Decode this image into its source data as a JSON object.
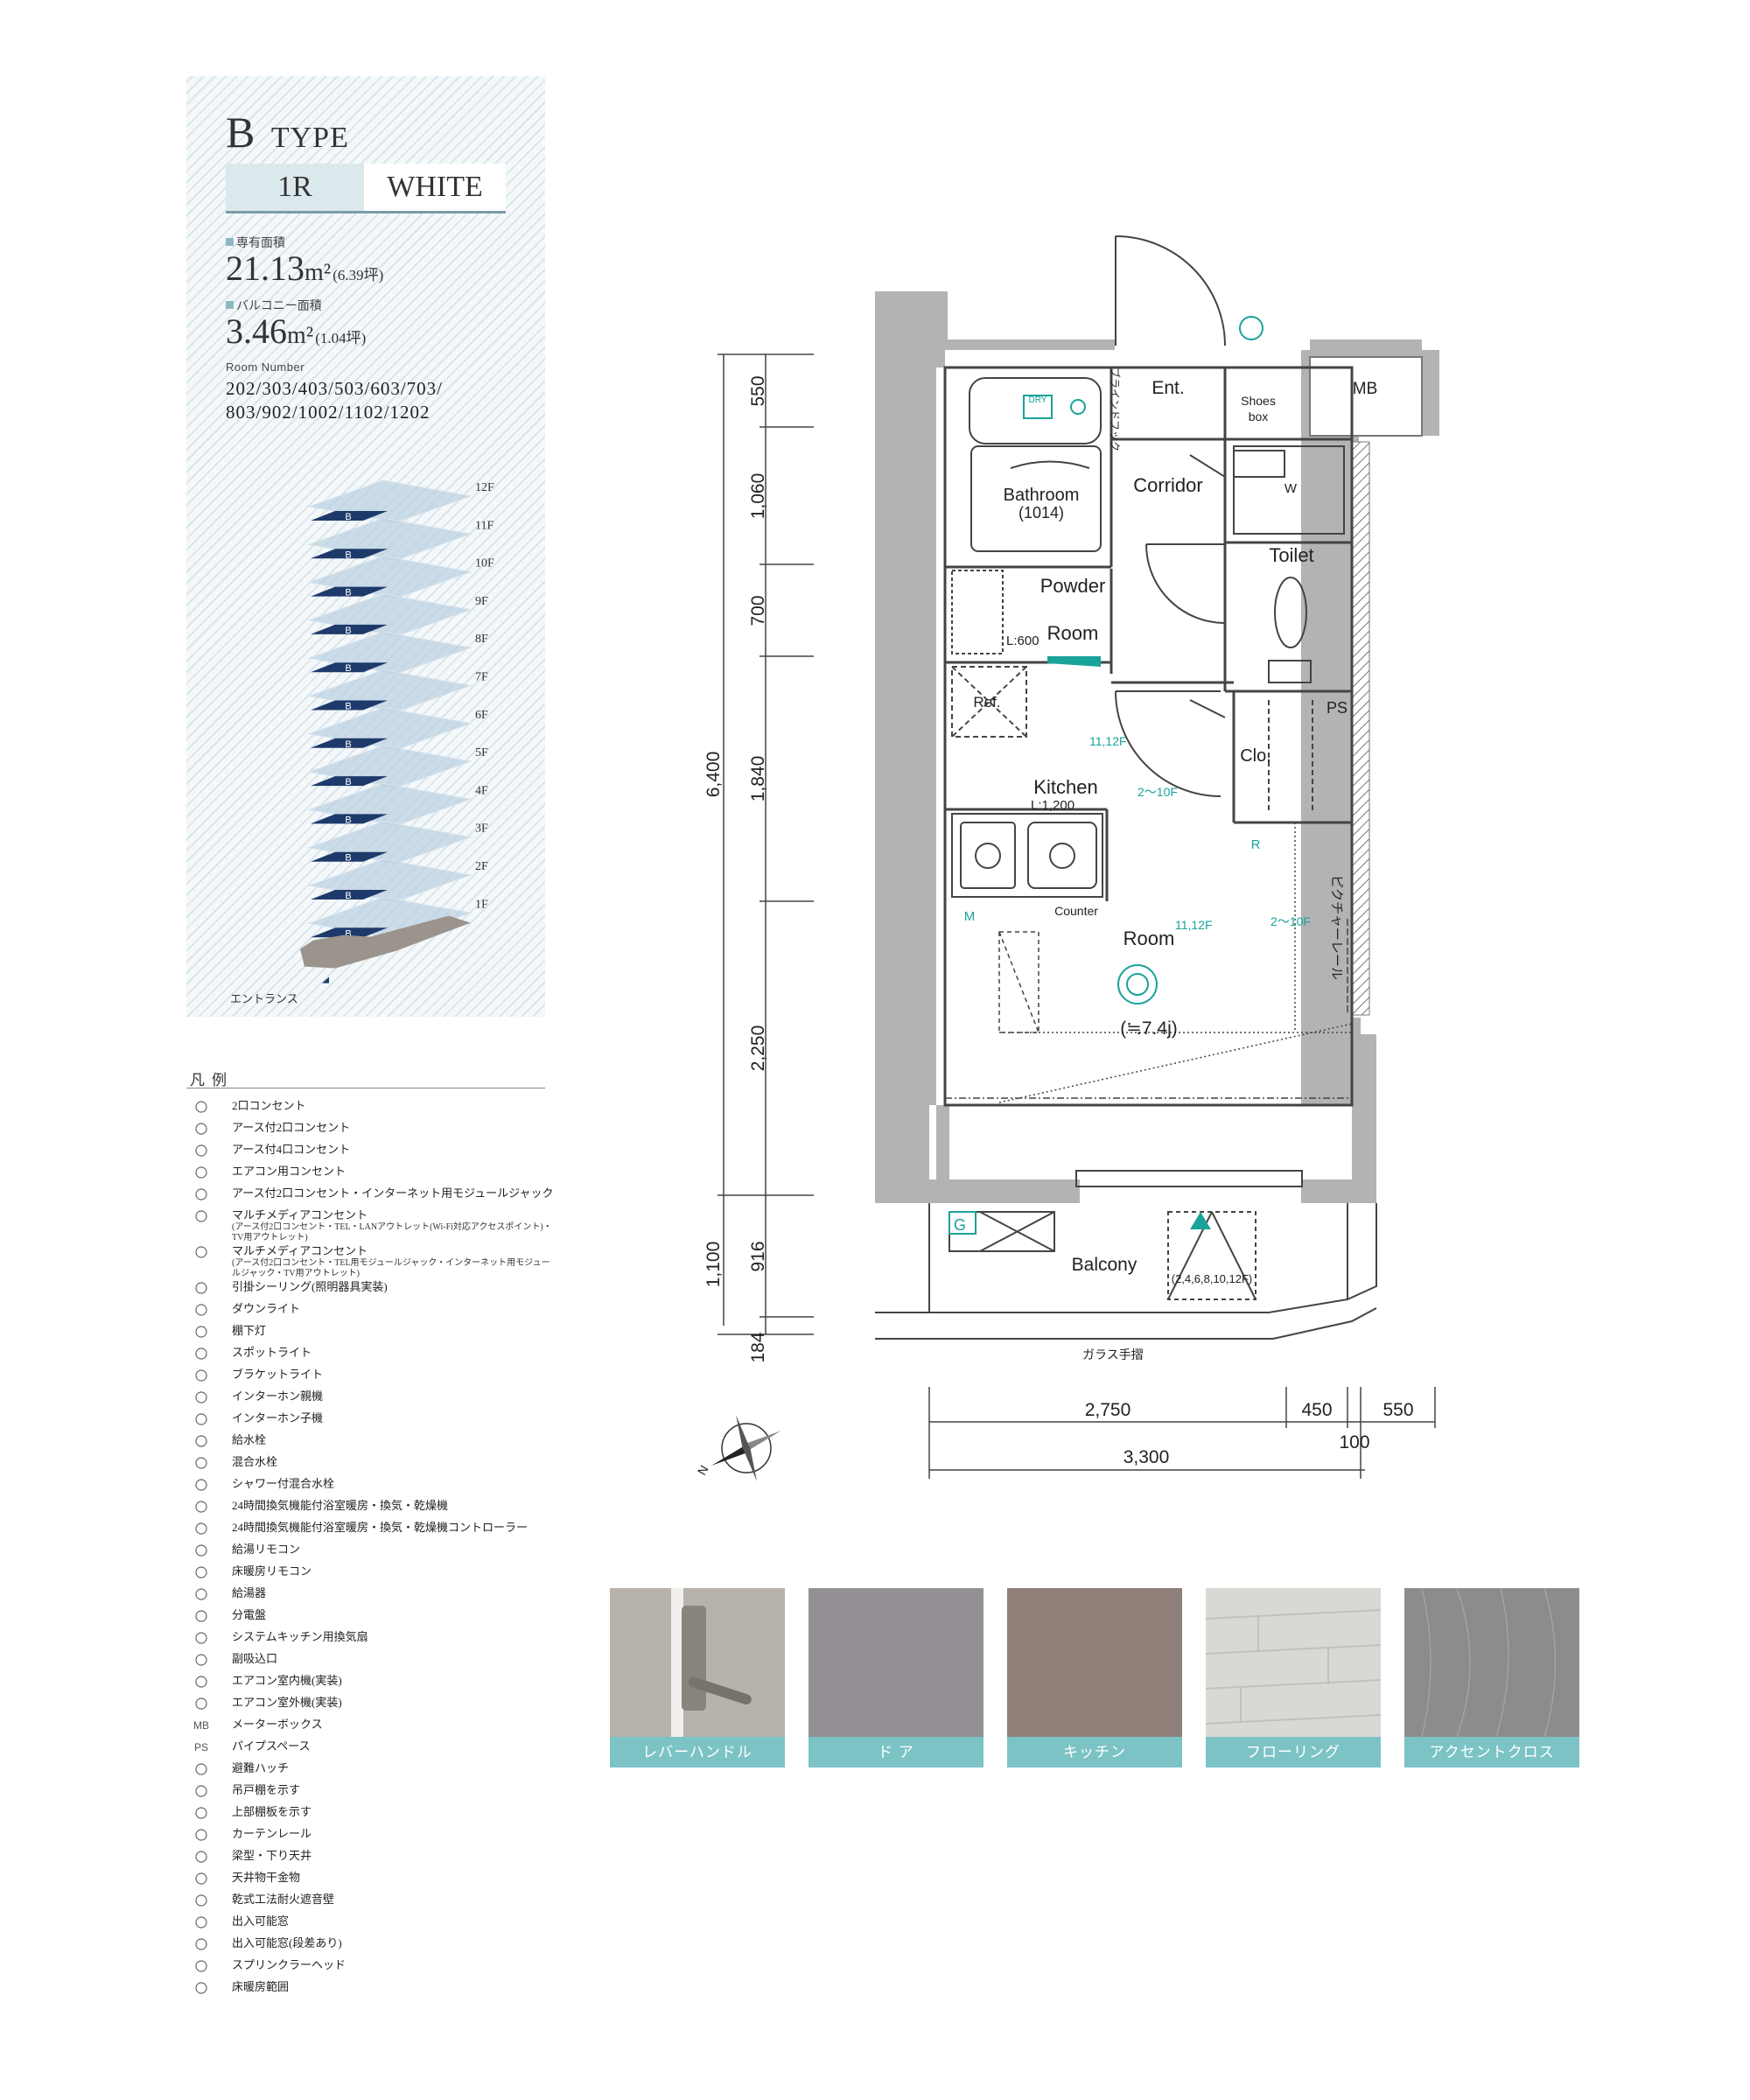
{
  "header": {
    "type_letter": "B",
    "type_word": "TYPE",
    "layout": "1R",
    "color_scheme": "WHITE"
  },
  "area": {
    "exclusive_label": "専有面積",
    "exclusive_value": "21.13",
    "exclusive_unit": "m²",
    "exclusive_tsubo": "(6.39坪)",
    "balcony_label": "バルコニー面積",
    "balcony_value": "3.46",
    "balcony_unit": "m²",
    "balcony_tsubo": "(1.04坪)"
  },
  "rooms": {
    "label": "Room Number",
    "line1": "202/303/403/503/603/703/",
    "line2": "803/902/1002/1102/1202"
  },
  "building": {
    "floors": [
      "12F",
      "11F",
      "10F",
      "9F",
      "8F",
      "7F",
      "6F",
      "5F",
      "4F",
      "3F",
      "2F",
      "1F"
    ],
    "unit_marker": "B",
    "entrance": "エントランス"
  },
  "legend": {
    "title": "凡例",
    "items": [
      {
        "icon": "outlet-2-icon",
        "text": "2口コンセント"
      },
      {
        "icon": "outlet-earth-2-icon",
        "text": "アース付2口コンセント"
      },
      {
        "icon": "outlet-earth-4-icon",
        "text": "アース付4口コンセント"
      },
      {
        "icon": "aircon-outlet-icon",
        "text": "エアコン用コンセント"
      },
      {
        "icon": "outlet-internet-icon",
        "text": "アース付2口コンセント・インターネット用モジュールジャック"
      },
      {
        "icon": "multimedia-outlet-m-icon",
        "text": "マルチメディアコンセント",
        "sub": "(アース付2口コンセント・TEL・LANアウトレット(Wi-Fi対応アクセスポイント)・TV用アウトレット)"
      },
      {
        "icon": "multimedia-outlet-icon",
        "text": "マルチメディアコンセント",
        "sub": "(アース付2口コンセント・TEL用モジュールジャック・インターネット用モジュールジャック・TV用アウトレット)"
      },
      {
        "icon": "ceiling-rosette-icon",
        "text": "引掛シーリング(照明器具実装)"
      },
      {
        "icon": "downlight-icon",
        "text": "ダウンライト"
      },
      {
        "icon": "under-shelf-light-icon",
        "text": "棚下灯"
      },
      {
        "icon": "spotlight-icon",
        "text": "スポットライト"
      },
      {
        "icon": "bracket-light-icon",
        "text": "ブラケットライト"
      },
      {
        "icon": "intercom-main-icon",
        "text": "インターホン親機"
      },
      {
        "icon": "intercom-sub-icon",
        "text": "インターホン子機"
      },
      {
        "icon": "water-tap-icon",
        "text": "給水栓"
      },
      {
        "icon": "mixing-tap-icon",
        "text": "混合水栓"
      },
      {
        "icon": "shower-tap-icon",
        "text": "シャワー付混合水栓"
      },
      {
        "icon": "bath-dryer-icon",
        "text": "24時間換気機能付浴室暖房・換気・乾燥機"
      },
      {
        "icon": "bath-dryer-controller-icon",
        "text": "24時間換気機能付浴室暖房・換気・乾燥機コントローラー"
      },
      {
        "icon": "water-heater-remote-icon",
        "text": "給湯リモコン"
      },
      {
        "icon": "floor-heating-remote-icon",
        "text": "床暖房リモコン"
      },
      {
        "icon": "water-heater-icon",
        "text": "給湯器"
      },
      {
        "icon": "distribution-board-icon",
        "text": "分電盤"
      },
      {
        "icon": "kitchen-fan-icon",
        "text": "システムキッチン用換気扇"
      },
      {
        "icon": "air-intake-icon",
        "text": "副吸込口"
      },
      {
        "icon": "aircon-indoor-icon",
        "text": "エアコン室内機(実装)"
      },
      {
        "icon": "aircon-outdoor-icon",
        "text": "エアコン室外機(実装)"
      },
      {
        "icon": "meter-box-icon",
        "text": "メーターボックス",
        "code": "MB"
      },
      {
        "icon": "pipe-space-icon",
        "text": "パイプスペース",
        "code": "PS"
      },
      {
        "icon": "evacuation-hatch-icon",
        "text": "避難ハッチ"
      },
      {
        "icon": "hanging-cupboard-icon",
        "text": "吊戸棚を示す"
      },
      {
        "icon": "upper-shelf-icon",
        "text": "上部棚板を示す"
      },
      {
        "icon": "curtain-rail-icon",
        "text": "カーテンレール"
      },
      {
        "icon": "beam-line-icon",
        "text": "梁型・下り天井"
      },
      {
        "icon": "ceiling-hanger-icon",
        "text": "天井物干金物"
      },
      {
        "icon": "fire-wall-icon",
        "text": "乾式工法耐火遮音壁"
      },
      {
        "icon": "window-access-icon",
        "text": "出入可能窓"
      },
      {
        "icon": "window-access-step-icon",
        "text": "出入可能窓(段差あり)"
      },
      {
        "icon": "sprinkler-icon",
        "text": "スプリンクラーヘッド"
      },
      {
        "icon": "floor-heating-area-icon",
        "text": "床暖房範囲"
      }
    ]
  },
  "plan": {
    "labels": {
      "entrance": "Ent.",
      "shoes_box_1": "Shoes",
      "shoes_box_2": "box",
      "meter_box": "MB",
      "bathroom": "Bathroom",
      "bathroom_size": "(1014)",
      "dry": "DRY",
      "corridor": "Corridor",
      "toilet": "Toilet",
      "powder_1": "Powder",
      "powder_2": "Room",
      "powder_l": "L:600",
      "washer": "W",
      "ref": "Ref.",
      "kitchen": "Kitchen",
      "kitchen_l": "L:1,200",
      "closet": "Clo.",
      "ps": "PS",
      "counter": "Counter",
      "room": "Room",
      "room_size": "(≒7.4j)",
      "balcony": "Balcony",
      "hatch_floors": "(2,4,6,8,10,12F)",
      "glass_rail": "ガラス手摺",
      "blind_hook": "ブラインドフック",
      "picture_rail": "ピクチャーレール",
      "sprinkler_a": "11,12F",
      "sprinkler_b": "2〜10F",
      "sprinkler_c": "11,12F",
      "sprinkler_d": "2〜10F",
      "gas": "G",
      "remote_r": "R",
      "multimedia_m": "M"
    },
    "dims_left": {
      "d1": "550",
      "d2": "1,060",
      "d3": "700",
      "d4": "1,840",
      "d5": "2,250",
      "d6": "916",
      "d7": "184",
      "total_room": "6,400",
      "total_balcony": "1,100"
    },
    "dims_bottom": {
      "d1": "2,750",
      "d2": "450",
      "d3": "550",
      "d4": "100",
      "total": "3,300"
    },
    "compass_n": "N"
  },
  "finishes": [
    {
      "label": "レバーハンドル",
      "color": "#b8b2ad"
    },
    {
      "label": "ド ア",
      "color": "#948f95"
    },
    {
      "label": "キッチン",
      "color": "#8f8079"
    },
    {
      "label": "フローリング",
      "color": "#d9d8d4"
    },
    {
      "label": "アクセントクロス",
      "color": "#8b8d8d"
    }
  ],
  "colors": {
    "accent": "#7cc3c6",
    "equipment": "#1aa39a",
    "wall": "#b3b3b3",
    "unit_marker": "#1e3a6b"
  }
}
